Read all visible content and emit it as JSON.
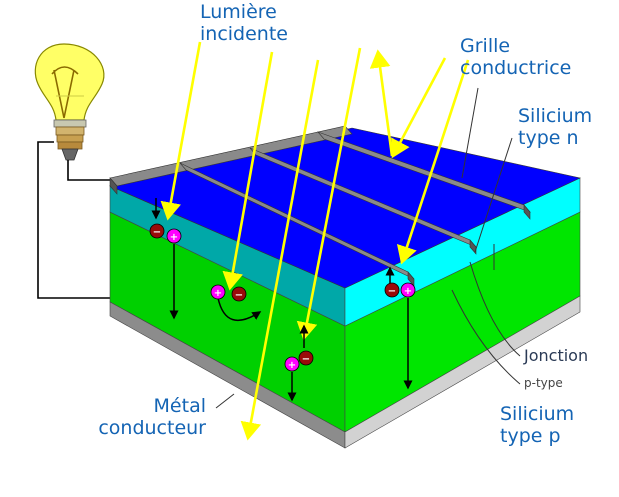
{
  "labels": {
    "incident_light": [
      "Lumière",
      "incidente"
    ],
    "conductive_grid": [
      "Grille",
      "conductrice"
    ],
    "n_type_silicon": [
      "Silicium",
      "type n"
    ],
    "junction": "Jonction",
    "p_type": "p-type",
    "p_type_silicon": [
      "Silicium",
      "type p"
    ],
    "conductor_metal": [
      "Métal",
      "conducteur"
    ]
  },
  "colors": {
    "light_rays": "#ffff00",
    "n_layer": "#00ffff",
    "p_layer": "#00d000",
    "grid_fingers": "#808080",
    "cell_top": "#0000ff",
    "label_blue": "#1464b4",
    "electron": "#9a0a0a",
    "hole": "#ff00ff"
  },
  "icons": {
    "bulb": "light-bulb-icon",
    "electron": "electron-icon",
    "hole": "hole-icon"
  }
}
